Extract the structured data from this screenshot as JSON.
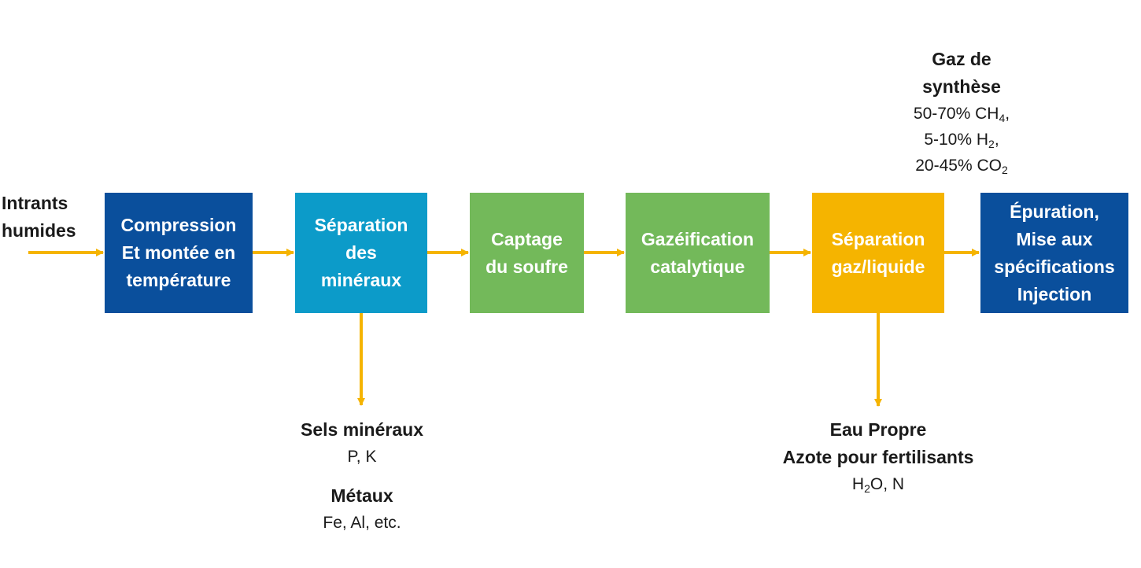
{
  "colors": {
    "arrow": "#f5b400",
    "dark_blue": "#0a4f9c",
    "light_blue": "#0c9bc9",
    "green": "#73b95a",
    "yellow": "#f5b400"
  },
  "input": {
    "line1": "Intrants",
    "line2": "humides"
  },
  "steps": [
    {
      "line1": "Compression",
      "line2": "Et montée en",
      "line3": "température"
    },
    {
      "line1": "Séparation",
      "line2": "des",
      "line3": "minéraux"
    },
    {
      "line1": "Captage",
      "line2": "du soufre"
    },
    {
      "line1": "Gazéification",
      "line2": "catalytique"
    },
    {
      "line1": "Séparation",
      "line2": "gaz/liquide"
    },
    {
      "line1": "Épuration,",
      "line2": "Mise aux",
      "line3": "spécifications",
      "line4": "Injection"
    }
  ],
  "syngas": {
    "title1": "Gaz de",
    "title2": "synthèse",
    "ch4_prefix": "50-70% CH",
    "ch4_sub": "4",
    "ch4_suffix": ",",
    "h2_prefix": "5-10% H",
    "h2_sub": "2",
    "h2_suffix": ",",
    "co2_prefix": "20-45% CO",
    "co2_sub": "2"
  },
  "minerals": {
    "salts_title": "Sels minéraux",
    "salts_detail": "P, K",
    "metals_title": "Métaux",
    "metals_detail": "Fe, Al, etc."
  },
  "water": {
    "title1": "Eau Propre",
    "title2": "Azote pour fertilisants",
    "detail_prefix": "H",
    "detail_sub": "2",
    "detail_suffix": "O, N"
  }
}
